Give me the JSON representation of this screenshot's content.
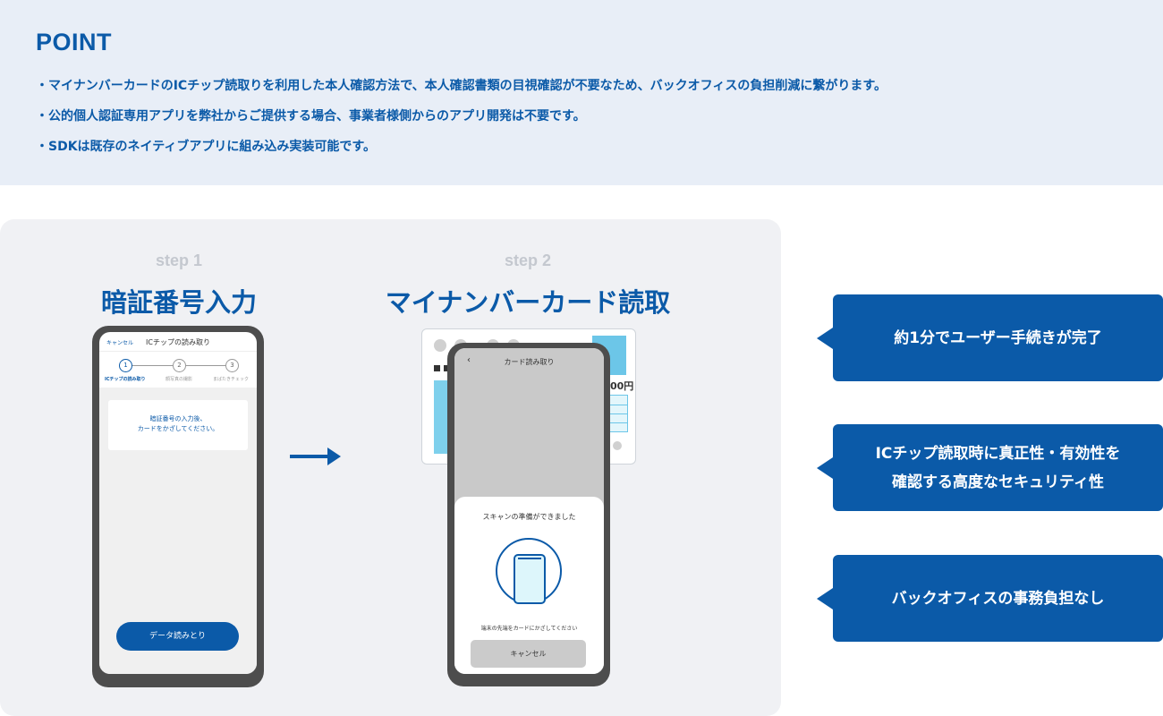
{
  "point": {
    "title": "POINT",
    "items": [
      "マイナンバーカードのICチップ読取りを利用した本人確認方法で、本人確認書類の目視確認が不要なため、バックオフィスの負担削減に繋がります。",
      "公的個人認証専用アプリを弊社からご提供する場合、事業者様側からのアプリ開発は不要です。",
      "SDKは既存のネイティブアプリに組み込み実装可能です。"
    ]
  },
  "steps": [
    {
      "label": "step 1",
      "title": "暗証番号入力"
    },
    {
      "label": "step 2",
      "title": "マイナンバーカード読取"
    }
  ],
  "phone1": {
    "cancel": "キャンセル",
    "title": "ICチップの読み取り",
    "stepper": [
      {
        "num": "1",
        "label": "ICチップの読み取り"
      },
      {
        "num": "2",
        "label": "顔写真の撮影"
      },
      {
        "num": "3",
        "label": "まばたきチェック"
      }
    ],
    "message_line1": "暗証番号の入力後、",
    "message_line2": "カードをかざしてください。",
    "button": "データ読みとり"
  },
  "card": {
    "amount_text": "00円"
  },
  "phone2": {
    "back": "‹",
    "title": "カード読み取り",
    "sheet_title": "スキャンの準備ができました",
    "hint": "端末の先端をカードにかざしてください",
    "cancel": "キャンセル"
  },
  "benefits": [
    {
      "line1": "約1分でユーザー手続きが完了",
      "line2": ""
    },
    {
      "line1": "ICチップ読取時に真正性・有効性を",
      "line2": "確認する高度なセキュリティ性"
    },
    {
      "line1": "バックオフィスの事務負担なし",
      "line2": ""
    }
  ],
  "colors": {
    "brand": "#0b5aa8",
    "point_bg": "#e8eef7",
    "panel_bg": "#f0f1f4",
    "step_label": "#c4c8cf"
  }
}
